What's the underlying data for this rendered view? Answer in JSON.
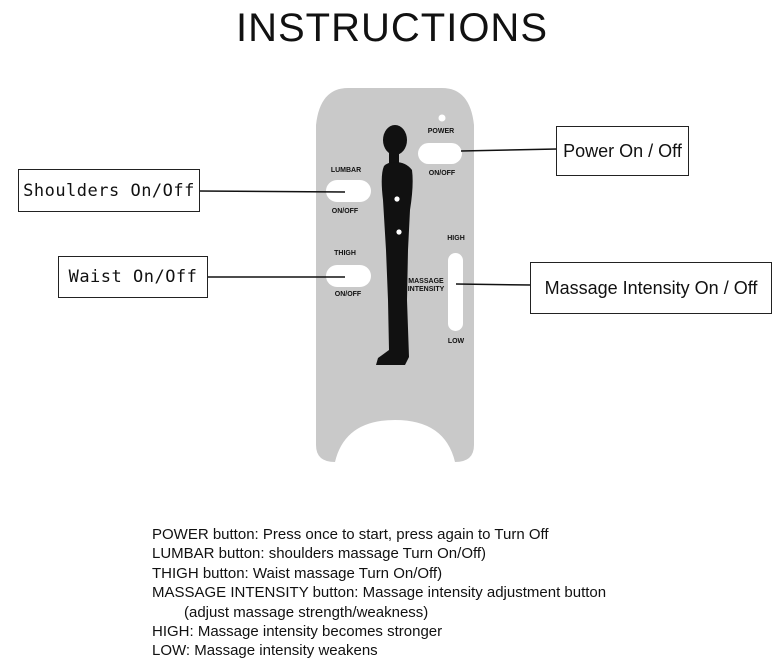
{
  "title": "INSTRUCTIONS",
  "remote_labels": {
    "power": "POWER",
    "power_onoff": "ON/OFF",
    "lumbar": "LUMBAR",
    "lumbar_onoff": "ON/OFF",
    "thigh": "THIGH",
    "thigh_onoff": "ON/OFF",
    "high": "HIGH",
    "massage_intensity": "MASSAGE INTENSITY",
    "low": "LOW"
  },
  "callouts": {
    "power": "Power On / Off",
    "shoulders": "Shoulders On/Off",
    "waist": "Waist On/Off",
    "intensity": "Massage Intensity On / Off"
  },
  "instructions": [
    "POWER button: Press once to start, press again to Turn Off",
    "LUMBAR button: shoulders massage Turn On/Off)",
    "THIGH button: Waist massage Turn On/Off)",
    "MASSAGE INTENSITY button: Massage intensity adjustment button",
    "(adjust massage strength/weakness)",
    "HIGH: Massage intensity becomes stronger",
    "LOW: Massage intensity weakens"
  ],
  "colors": {
    "remote_body": "#c9c9c9",
    "button": "#ffffff",
    "silhouette": "#111111"
  }
}
